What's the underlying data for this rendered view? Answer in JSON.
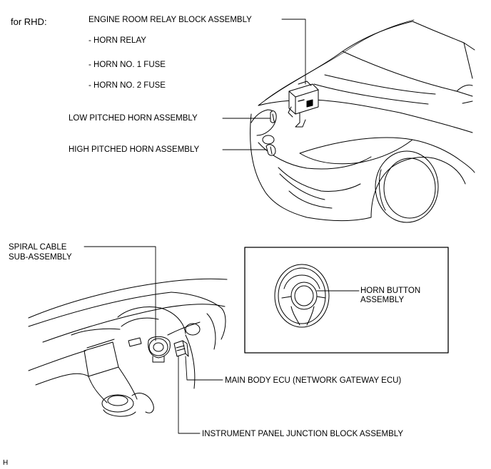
{
  "header": {
    "variant": "for RHD:"
  },
  "labels": {
    "engine_relay_block": "ENGINE ROOM RELAY BLOCK ASSEMBLY",
    "horn_relay": "- HORN RELAY",
    "horn_fuse_1": "- HORN NO. 1 FUSE",
    "horn_fuse_2": "- HORN NO. 2 FUSE",
    "low_horn": "LOW PITCHED HORN ASSEMBLY",
    "high_horn": "HIGH PITCHED HORN ASSEMBLY",
    "spiral_cable_1": "SPIRAL CABLE",
    "spiral_cable_2": "SUB-ASSEMBLY",
    "horn_button_1": "HORN BUTTON",
    "horn_button_2": "ASSEMBLY",
    "main_body_ecu": "MAIN BODY ECU (NETWORK GATEWAY ECU)",
    "junction_block": "INSTRUMENT PANEL JUNCTION BLOCK ASSEMBLY"
  },
  "footer": {
    "code": "H"
  }
}
